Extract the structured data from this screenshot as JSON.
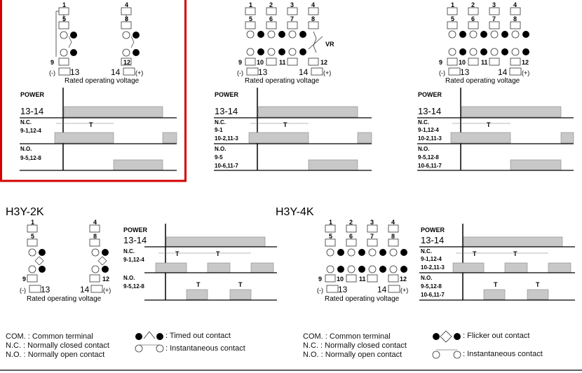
{
  "panel_1": {
    "terminals": [
      "1",
      "5",
      "9",
      "4",
      "8",
      "12"
    ],
    "polarity_minus": "(-)",
    "pin_13": "13",
    "pin_14": "14",
    "polarity_plus": "(+)",
    "rated_voltage": "Rated  operating  voltage",
    "power": "POWER",
    "row_13_14": "13-14",
    "nc": "N.C.",
    "nc_pins": "9-1,12-4",
    "no": "N.O.",
    "no_pins": "9-5,12-8",
    "t": "T"
  },
  "panel_2": {
    "terminals": [
      "1",
      "2",
      "3",
      "4",
      "5",
      "6",
      "7",
      "8",
      "9",
      "10",
      "11",
      "12"
    ],
    "vr": "VR",
    "polarity_minus": "(-)",
    "pin_13": "13",
    "pin_14": "14",
    "polarity_plus": "(+)",
    "rated_voltage": "Rated  operating  voltage",
    "power": "POWER",
    "row_13_14": "13-14",
    "nc": "N.C.",
    "nc_pins_1": "9-1",
    "nc_pins_2": "10-2,11-3",
    "no": "N.O.",
    "no_pins_1": "9-5",
    "no_pins_2": "10-6,11-7",
    "t": "T"
  },
  "panel_3": {
    "terminals": [
      "1",
      "2",
      "3",
      "4",
      "5",
      "6",
      "7",
      "8",
      "9",
      "10",
      "11",
      "12"
    ],
    "polarity_minus": "(-)",
    "pin_13": "13",
    "pin_14": "14",
    "polarity_plus": "(+)",
    "rated_voltage": "Rated  operating  voltage",
    "power": "POWER",
    "row_13_14": "13-14",
    "nc": "N.C.",
    "nc_pins_1": "9-1,12-4",
    "nc_pins_2": "10-2,11-3",
    "no": "N.O.",
    "no_pins_1": "9-5,12-8",
    "no_pins_2": "10-6,11-7",
    "t": "T"
  },
  "h3y2k": {
    "title": "H3Y-2K",
    "terminals": [
      "1",
      "5",
      "9",
      "4",
      "8",
      "12"
    ],
    "polarity_minus": "(-)",
    "pin_13": "13",
    "pin_14": "14",
    "polarity_plus": "(+)",
    "rated_voltage": "Rated  operating  voltage",
    "power": "POWER",
    "row_13_14": "13-14",
    "nc": "N.C.",
    "nc_pins": "9-1,12-4",
    "no": "N.O.",
    "no_pins": "9-5,12-8",
    "t": "T"
  },
  "h3y4k": {
    "title": "H3Y-4K",
    "terminals": [
      "1",
      "2",
      "3",
      "4",
      "5",
      "6",
      "7",
      "8",
      "9",
      "10",
      "11",
      "12"
    ],
    "polarity_minus": "(-)",
    "pin_13": "13",
    "pin_14": "14",
    "polarity_plus": "(+)",
    "rated_voltage": "Rated  operating  voltage",
    "power": "POWER",
    "row_13_14": "13-14",
    "nc": "N.C.",
    "nc_pins_1": "9-1,12-4",
    "nc_pins_2": "10-2,11-3",
    "no": "N.O.",
    "no_pins_1": "9-5,12-8",
    "no_pins_2": "10-6,11-7",
    "t": "T"
  },
  "legend_left": {
    "com": "COM. : Common terminal",
    "nc": "N.C.  : Normally closed contact",
    "no": "N.O.  : Normally open contact",
    "timed": ": Timed out contact",
    "inst": ": Instantaneous contact"
  },
  "legend_right": {
    "com": "COM. : Common terminal",
    "nc": "N.C.  : Normally  closed  contact",
    "no": "N.O.  : Normally open contact",
    "flicker": ": Flicker out contact",
    "inst": ": Instantaneous contact"
  },
  "colors": {
    "highlight": "#d40000",
    "bar_fill": "#c8c8c8",
    "bar_stroke": "#888888",
    "line": "#000000"
  }
}
